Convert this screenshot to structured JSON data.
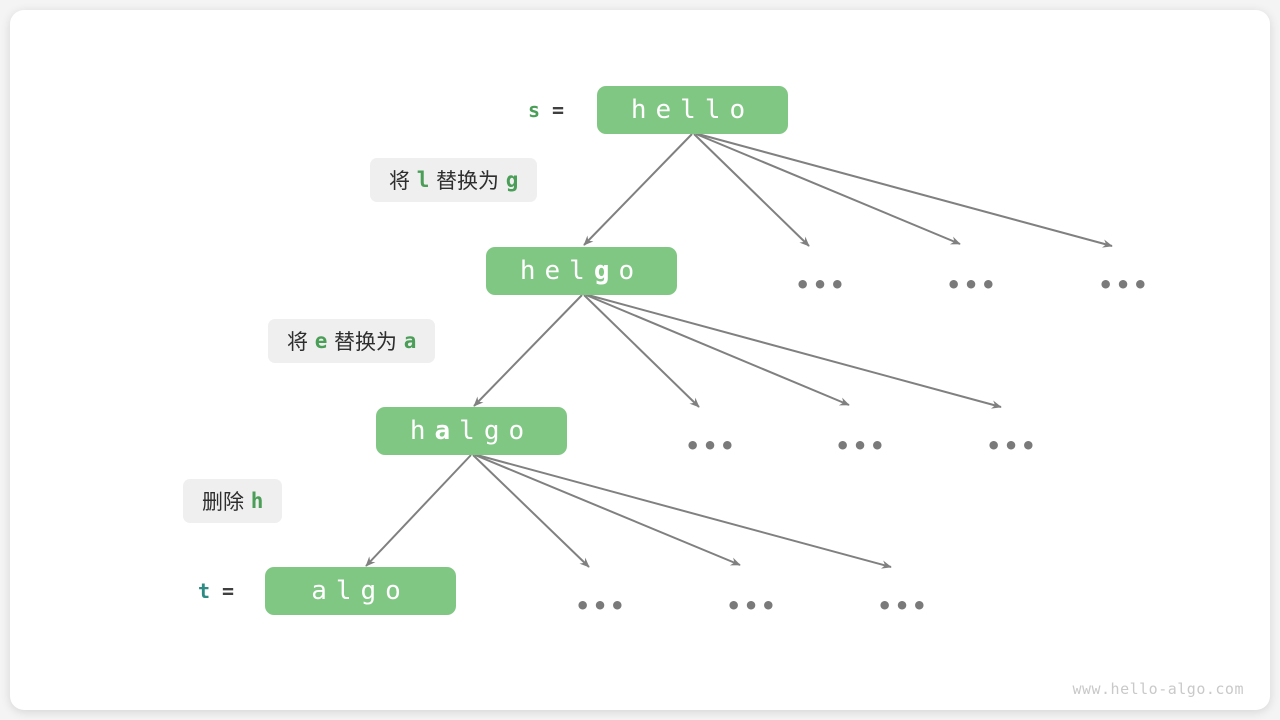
{
  "meta": {
    "title": "Edit distance decision tree (hello -> algo)",
    "watermark": "www.hello-algo.com"
  },
  "colors": {
    "node_fill": "#81c784",
    "node_text": "#ffffff",
    "chip_bg": "#efefef",
    "chip_text": "#2e2e2e",
    "accent_green": "#4a9e57",
    "accent_teal": "#2e8b84",
    "arrow": "#808080",
    "ellipsis": "#7a7a7a",
    "card_bg": "#ffffff",
    "page_bg": "#f4f4f4",
    "watermark": "#c9c9c9"
  },
  "variables": [
    {
      "name": "s",
      "equals": "=",
      "color": "#4a9e57"
    },
    {
      "name": "t",
      "equals": "=",
      "color": "#2e8b84"
    }
  ],
  "nodes": [
    {
      "id": "hello",
      "chars": [
        "h",
        "e",
        "l",
        "l",
        "o"
      ],
      "highlight_index": -1,
      "text": "hello"
    },
    {
      "id": "helgo",
      "chars": [
        "h",
        "e",
        "l",
        "g",
        "o"
      ],
      "highlight_index": 3,
      "text": "helgo"
    },
    {
      "id": "halgo",
      "chars": [
        "h",
        "a",
        "l",
        "g",
        "o"
      ],
      "highlight_index": 1,
      "text": "halgo"
    },
    {
      "id": "algo",
      "chars": [
        "a",
        "l",
        "g",
        "o"
      ],
      "highlight_index": -1,
      "text": "algo"
    }
  ],
  "operations": [
    {
      "id": "op-replace-l-g",
      "prefix": "将 ",
      "from": "l",
      "middle": " 替换为 ",
      "to": "g",
      "full_text": "将 l 替换为 g"
    },
    {
      "id": "op-replace-e-a",
      "prefix": "将 ",
      "from": "e",
      "middle": " 替换为 ",
      "to": "a",
      "full_text": "将 e 替换为 a"
    },
    {
      "id": "op-delete-h",
      "prefix": "删除 ",
      "from": "h",
      "middle": "",
      "to": "",
      "full_text": "删除 h"
    }
  ],
  "ellipsis_marks": {
    "glyph": "•••",
    "row2_count": 3,
    "row3_count": 3,
    "row4_count": 3
  },
  "chart_data": {
    "type": "diagram",
    "title": "Edit distance decision tree",
    "levels": [
      {
        "level": 0,
        "node": "hello",
        "branch_count": 4,
        "shown_children": 1,
        "omitted_children": 3
      },
      {
        "level": 1,
        "node": "helgo",
        "branch_count": 4,
        "shown_children": 1,
        "omitted_children": 3,
        "edge_label": "将 l 替换为 g"
      },
      {
        "level": 2,
        "node": "halgo",
        "branch_count": 4,
        "shown_children": 1,
        "omitted_children": 3,
        "edge_label": "将 e 替换为 a"
      },
      {
        "level": 3,
        "node": "algo",
        "branch_count": 0,
        "shown_children": 0,
        "omitted_children": 0,
        "edge_label": "删除 h"
      }
    ],
    "source_string": "hello",
    "target_string": "algo"
  }
}
